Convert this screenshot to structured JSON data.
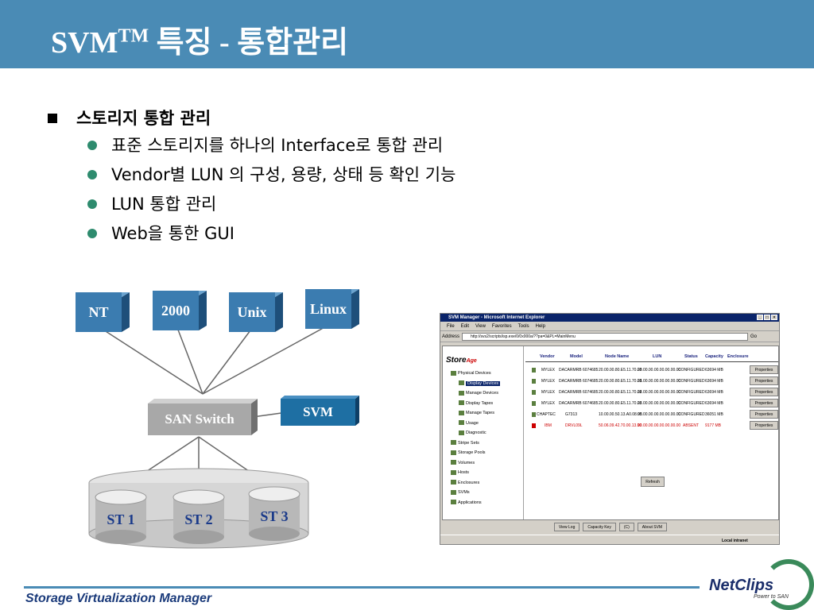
{
  "title": {
    "main": "SVM",
    "tm": "TM",
    "rest": " 특징 - 통합관리"
  },
  "bullets": {
    "heading": "스토리지 통합 관리",
    "items": [
      "표준 스토리지를 하나의 Interface로 통합 관리",
      "Vendor별 LUN 의 구성, 용량, 상태 등 확인 기능",
      "LUN 통합 관리",
      "Web을 통한 GUI"
    ]
  },
  "diagram": {
    "os": [
      "NT",
      "2000",
      "Unix",
      "Linux"
    ],
    "switch": "SAN Switch",
    "svm": "SVM",
    "storage": [
      "ST 1",
      "ST 2",
      "ST 3"
    ],
    "colors": {
      "box": "#3b7cb0",
      "switch": "#a8a8a8",
      "svm": "#1e6fa3"
    }
  },
  "browser": {
    "title": "SVM Manager - Microsoft Internet Explorer",
    "menu": [
      "File",
      "Edit",
      "View",
      "Favorites",
      "Tools",
      "Help"
    ],
    "address_label": "Address",
    "address": "http://svs2/scripts/isp.exe/0/0x000a/??pa=0&PL=MainMenu",
    "go": "Go",
    "logo_main": "Store",
    "logo_sub": "Age",
    "tree": [
      "Physical Devices",
      "Display Devices",
      "Manage Devices",
      "Display Tapes",
      "Manage Tapes",
      "Usage",
      "Diagnostic",
      "Stripe Sets",
      "Storage Pools",
      "Volumes",
      "Hosts",
      "Enclosures",
      "SVMs",
      "Applications"
    ],
    "columns": [
      "Vendor",
      "Model",
      "Node Name",
      "LUN",
      "Status",
      "Capacity",
      "Enclosure"
    ],
    "rows": [
      {
        "vendor": "MYLEX",
        "model": "DACARMRB 6074685",
        "node": "20.00.00.80.E5.11.70.28",
        "lun": "00.00.00.00.00.00.00.00",
        "status": "CONFIGURED",
        "capacity": "63694 MB",
        "btn": "Properties"
      },
      {
        "vendor": "MYLEX",
        "model": "DACARMRB 6074685",
        "node": "20.00.00.80.E5.11.70.28",
        "lun": "01.00.00.00.00.00.00.00",
        "status": "CONFIGURED",
        "capacity": "63694 MB",
        "btn": "Properties"
      },
      {
        "vendor": "MYLEX",
        "model": "DACARMRB 6074685",
        "node": "20.00.00.80.E5.11.70.28",
        "lun": "02.00.00.00.00.00.00.00",
        "status": "CONFIGURED",
        "capacity": "63694 MB",
        "btn": "Properties"
      },
      {
        "vendor": "MYLEX",
        "model": "DACARMRB 6074685",
        "node": "20.00.00.80.E5.11.70.28",
        "lun": "03.00.00.00.00.00.00.00",
        "status": "CONFIGURED",
        "capacity": "63694 MB",
        "btn": "Properties"
      },
      {
        "vendor": "CHAPTEC",
        "model": "G7313",
        "node": "10.00.00.50.13.A0.08.95",
        "lun": "00.00.00.00.00.00.00.00",
        "status": "CONFIGURED",
        "capacity": "36051 MB",
        "btn": "Properties"
      },
      {
        "vendor": "IBM",
        "model": "DRVL09L",
        "node": "50.06.09.42.70.00.13.90",
        "lun": "00.00.00.00.00.00.00.00",
        "status": "ABSENT",
        "capacity": "9177 MB",
        "btn": "Properties"
      }
    ],
    "refresh": "Refresh",
    "bottom_buttons": [
      "View Log",
      "Capacity Key",
      "(C)",
      "About SVM"
    ],
    "status_zone": "Local intranet"
  },
  "footer": {
    "text": "Storage Virtualization Manager",
    "logo": "NetClips",
    "tagline": "Power to SAN"
  }
}
